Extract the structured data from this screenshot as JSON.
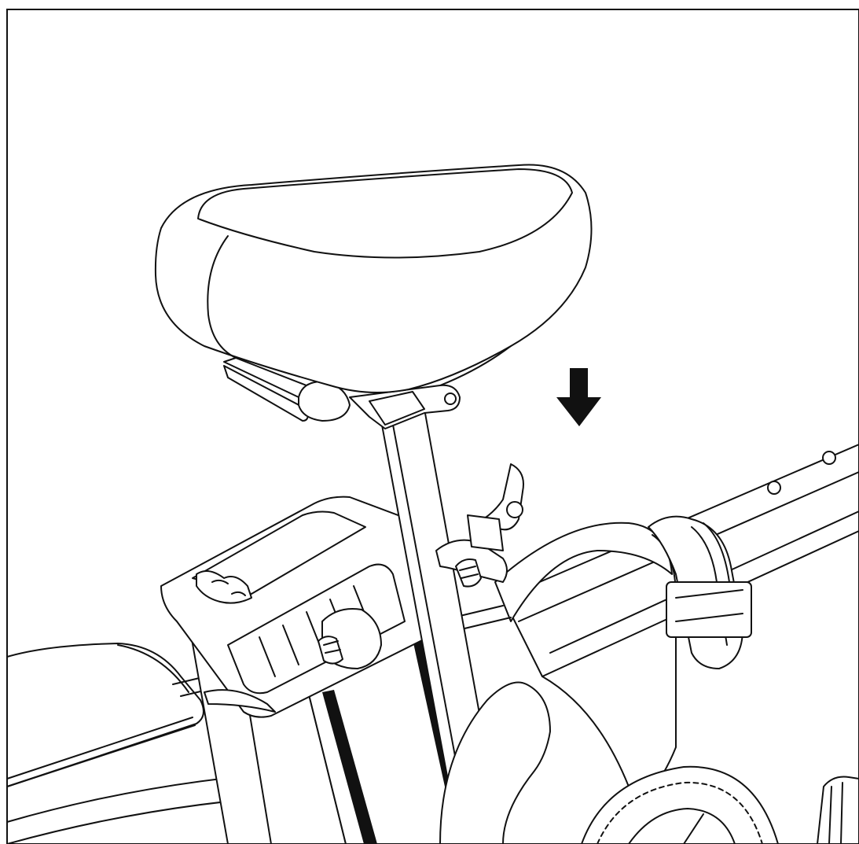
{
  "diagram": {
    "colors": {
      "line": "#111111",
      "background": "#ffffff"
    },
    "parts": [
      "saddle",
      "seat-rails",
      "seat-post",
      "seat-clamp",
      "battery-pack",
      "frame-tube",
      "rear-rack",
      "hinge-clamp",
      "chainring",
      "pedal"
    ],
    "arrow": {
      "direction": "down"
    }
  }
}
